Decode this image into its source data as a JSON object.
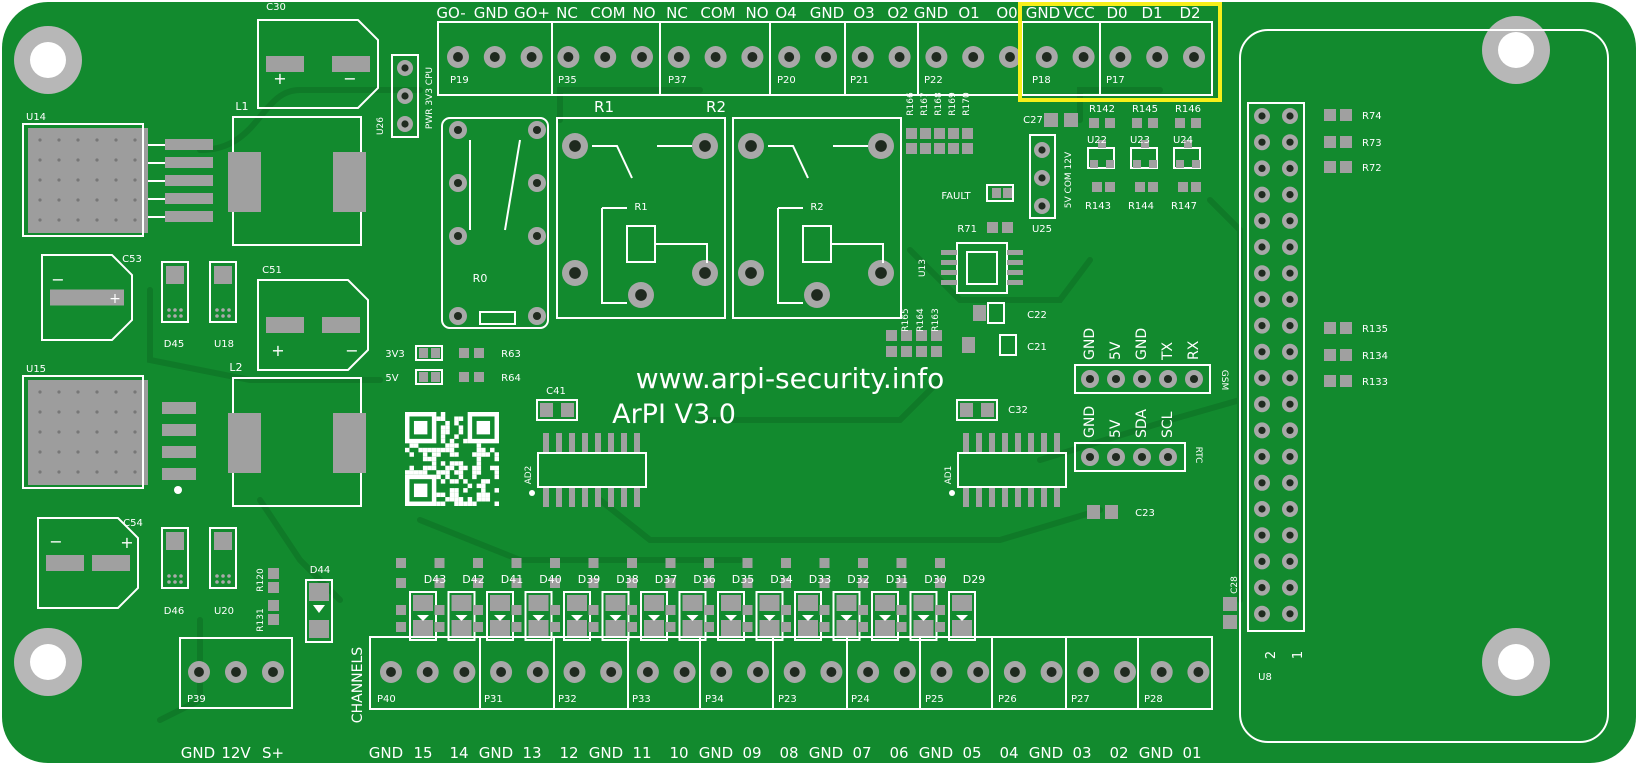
{
  "board": {
    "colors": {
      "pcb": "#128a2e",
      "trace": "#0f7a28",
      "silk": "#ffffff",
      "pad": "#a8a8a8",
      "highlight": "#f7ef1a"
    },
    "website": "www.arpi-security.info",
    "version": "ArPI  V3.0",
    "top_terminal_labels": [
      "GO-",
      "GND",
      "GO+",
      "NC",
      "COM",
      "NO",
      "NC",
      "COM",
      "NO",
      "O4",
      "GND",
      "O3",
      "O2",
      "GND",
      "O1",
      "O0",
      "GND",
      "VCC",
      "D0",
      "D1",
      "D2"
    ],
    "top_terminal_names": [
      "P19",
      "P35",
      "P37",
      "P20",
      "P21",
      "P22",
      "P18",
      "P17"
    ],
    "bottom_terminal_labels": [
      "GND",
      "15",
      "14",
      "GND",
      "13",
      "12",
      "GND",
      "11",
      "10",
      "GND",
      "09",
      "08",
      "GND",
      "07",
      "06",
      "GND",
      "05",
      "04",
      "GND",
      "03",
      "02",
      "GND",
      "01"
    ],
    "bottom_terminal_names": [
      "P40",
      "P31",
      "P32",
      "P33",
      "P34",
      "P23",
      "P24",
      "P25",
      "P26",
      "P27",
      "P28"
    ],
    "power_terminal_labels": [
      "GND",
      "12V",
      "S+"
    ],
    "power_terminal_name": "P39",
    "channels_label": "CHANNELS",
    "capacitors": [
      "C30",
      "C53",
      "C51",
      "C54",
      "C41",
      "C32",
      "C27",
      "C22",
      "C21",
      "C23",
      "C28"
    ],
    "inductors": [
      "L1",
      "L2"
    ],
    "ics": [
      "U14",
      "U15",
      "U18",
      "U20",
      "U26",
      "U13",
      "U22",
      "U23",
      "U24",
      "U25",
      "U8",
      "AD1",
      "AD2"
    ],
    "relays": [
      "R0",
      "R1",
      "R2"
    ],
    "relay_headers": [
      "R1",
      "R2"
    ],
    "diodes_row": [
      "D43",
      "D42",
      "D41",
      "D40",
      "D39",
      "D38",
      "D37",
      "D36",
      "D35",
      "D34",
      "D33",
      "D32",
      "D31",
      "D30",
      "D29"
    ],
    "diodes_misc": [
      "D45",
      "D46",
      "D44"
    ],
    "resistor_column_top": [
      "R166",
      "R167",
      "R168",
      "R169",
      "R170"
    ],
    "resistor_column_mid": [
      "R165",
      "R164",
      "R163"
    ],
    "resistors_right": [
      "R74",
      "R73",
      "R72",
      "R135",
      "R134",
      "R133"
    ],
    "resistors_misc": [
      "R142",
      "R145",
      "R146",
      "R143",
      "R144",
      "R147",
      "R71",
      "R63",
      "R64",
      "R120",
      "R131"
    ],
    "u26_label": "PWR 3V3 CPU",
    "u25_label": "5V COM 12V",
    "fault_label": "FAULT",
    "led_3v3": "3V3",
    "led_5v": "5V",
    "gsm_labels": [
      "GND",
      "5V",
      "GND",
      "TX",
      "RX"
    ],
    "gsm_name": "GSM",
    "rtc_labels": [
      "GND",
      "5V",
      "SDA",
      "SCL"
    ],
    "rtc_name": "RTC",
    "header_pin_labels": [
      "2",
      "1"
    ],
    "header_name": "U8"
  }
}
